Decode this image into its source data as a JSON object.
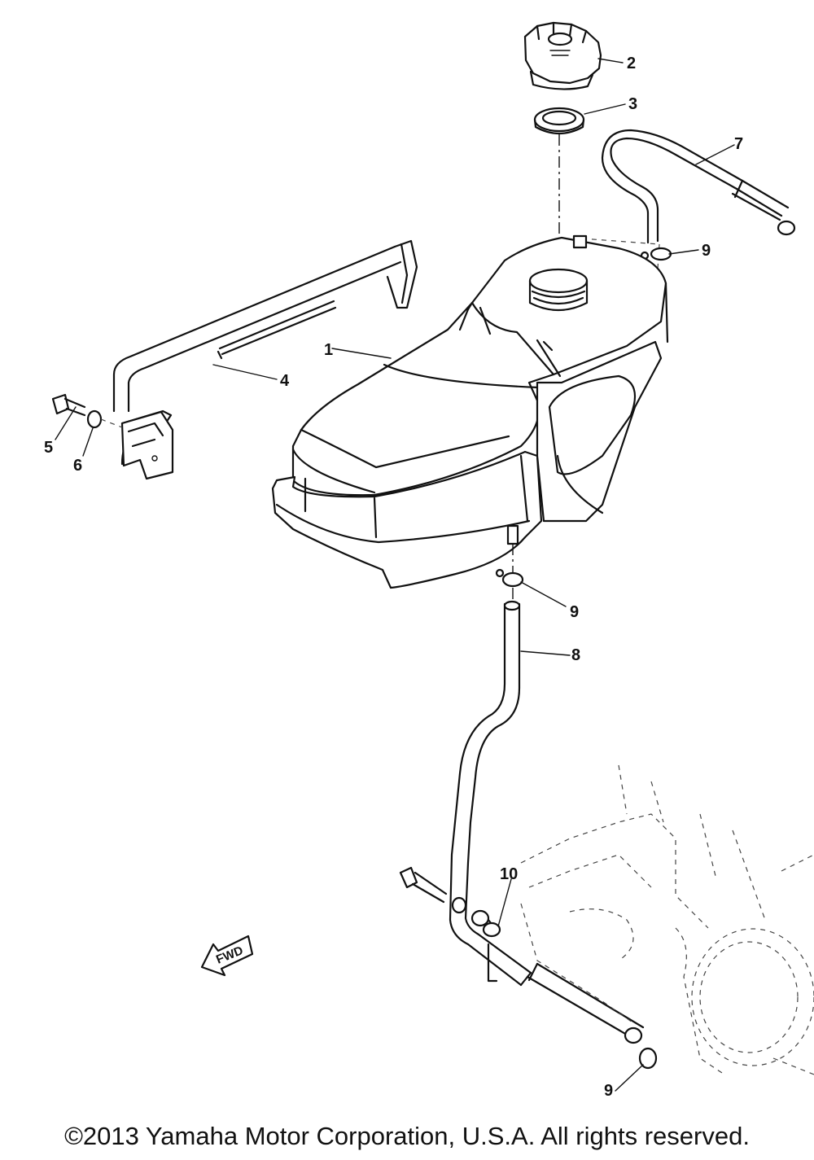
{
  "callouts": {
    "p1": "1",
    "p2": "2",
    "p3": "3",
    "p4": "4",
    "p5": "5",
    "p6": "6",
    "p7": "7",
    "p8": "8",
    "p9a": "9",
    "p9b": "9",
    "p9c": "9",
    "p10": "10"
  },
  "fwd_mark": "FWD",
  "copyright": "©2013 Yamaha Motor Corporation, U.S.A. All rights reserved."
}
